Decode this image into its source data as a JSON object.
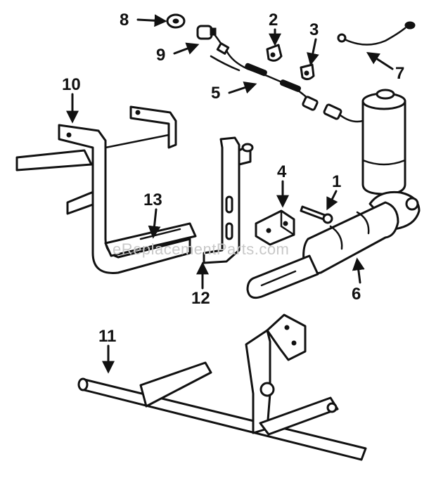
{
  "watermark": "eReplacementParts.com",
  "callouts": [
    "1",
    "2",
    "3",
    "4",
    "5",
    "6",
    "7",
    "8",
    "9",
    "10",
    "11",
    "12",
    "13"
  ],
  "colors": {
    "ink": "#111111",
    "background": "#ffffff",
    "watermark": "#c8c8c8"
  }
}
